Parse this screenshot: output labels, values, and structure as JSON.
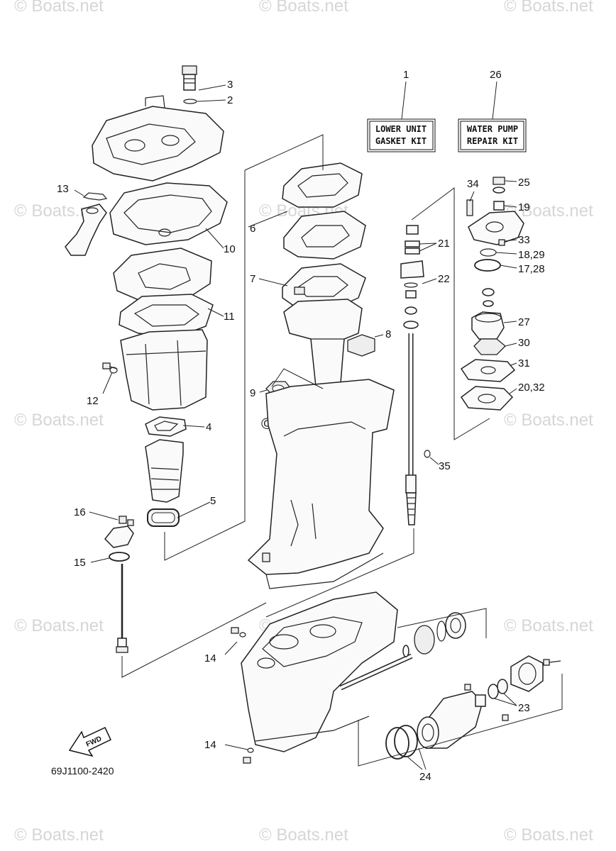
{
  "watermark": {
    "text": "© Boats.net"
  },
  "kits": [
    {
      "ref": "1",
      "line1": "LOWER UNIT",
      "line2": "GASKET KIT"
    },
    {
      "ref": "26",
      "line1": "WATER PUMP",
      "line2": "REPAIR KIT"
    }
  ],
  "callouts": [
    "1",
    "2",
    "3",
    "4",
    "5",
    "6",
    "7",
    "8",
    "9",
    "10",
    "11",
    "12",
    "13",
    "14",
    "14",
    "15",
    "16",
    "17,28",
    "18,29",
    "19",
    "20,32",
    "21",
    "22",
    "23",
    "24",
    "25",
    "26",
    "27",
    "30",
    "31",
    "33",
    "34",
    "35"
  ],
  "fwd_label": "FWD",
  "diagram_code": "69J1100-2420",
  "colors": {
    "line": "#222222",
    "watermark": "#d6d6d6",
    "background": "#ffffff"
  }
}
